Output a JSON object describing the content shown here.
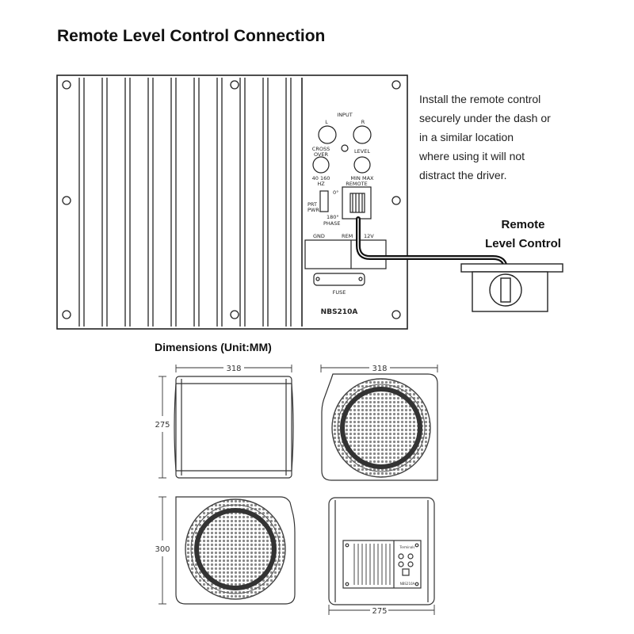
{
  "title": "Remote Level Control Connection",
  "install_note": [
    "Install the remote control",
    "securely under the dash or",
    "in a similar location",
    "where using it will not",
    "distract the driver."
  ],
  "remote_label": [
    "Remote",
    "Level Control"
  ],
  "panel": {
    "input": "INPUT",
    "left": "L",
    "right": "R",
    "crossover": [
      "CROSS",
      "OVER"
    ],
    "level": "LEVEL",
    "crossover_range": "40  160",
    "crossover_unit": "HZ",
    "level_range": "MIN  MAX",
    "phase_0": "0°",
    "phase_180": "180°",
    "phase": "PHASE",
    "prt": "PRT",
    "pwr": "PWR",
    "remote": "REMOTE",
    "gnd": "GND",
    "rem": "REM",
    "v12": "12V",
    "fuse": "FUSE",
    "model": "NBS210A",
    "small_label": "Terminals",
    "small_model": "NBS210A"
  },
  "dimensions": {
    "title": "Dimensions (Unit:MM)",
    "width_front": "318",
    "width_angle": "318",
    "height_front": "275",
    "depth_bottom": "300",
    "width_back": "275"
  }
}
